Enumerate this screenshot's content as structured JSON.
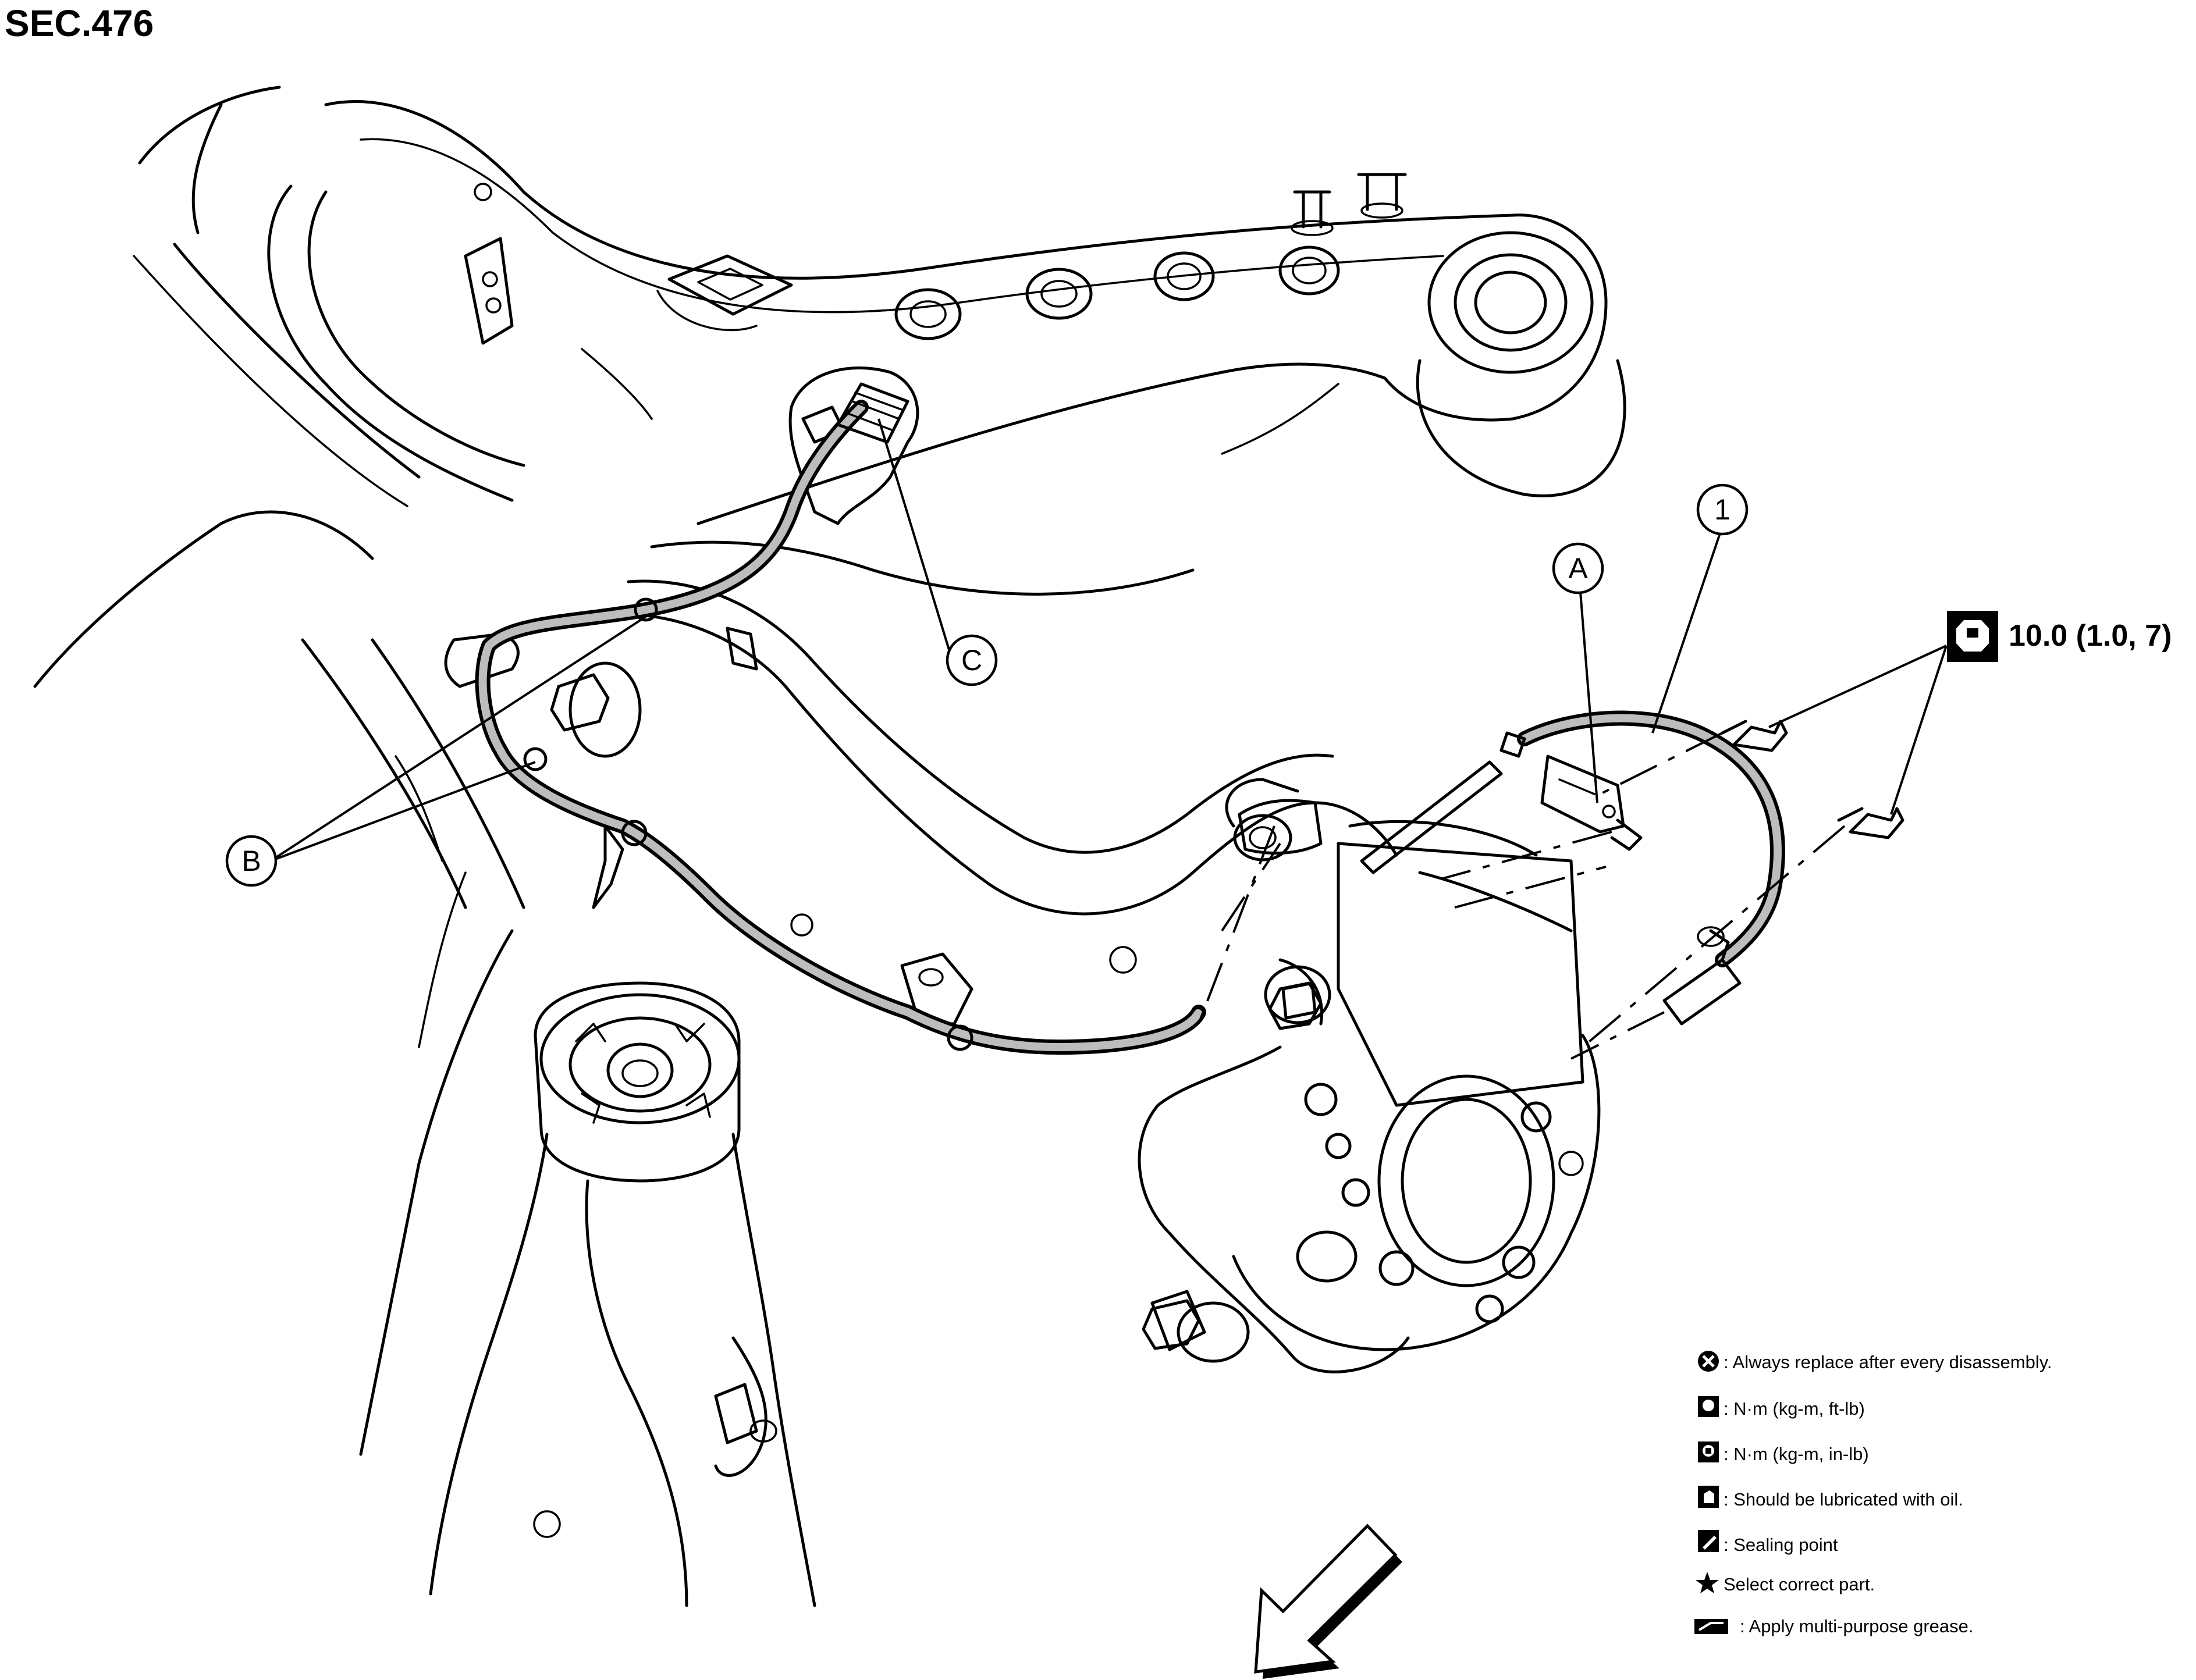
{
  "section": {
    "title": "SEC.476"
  },
  "callouts": {
    "part_1": "1",
    "a": "A",
    "b": "B",
    "c": "C"
  },
  "torque": {
    "value": "10.0 (1.0, 7)",
    "icon": "torque-wrench-icon"
  },
  "legend": {
    "items": [
      {
        "icon": "always-replace-icon",
        "text": ": Always replace after every disassembly."
      },
      {
        "icon": "torque-ft-lb-icon",
        "text": ": N·m (kg-m, ft-lb)"
      },
      {
        "icon": "torque-in-lb-icon",
        "text": ": N·m (kg-m, in-lb)"
      },
      {
        "icon": "oil-lubricate-icon",
        "text": ": Should be lubricated with oil."
      },
      {
        "icon": "sealing-point-icon",
        "text": ": Sealing point"
      },
      {
        "icon": "star-icon",
        "text": "Select correct part."
      },
      {
        "icon": "grease-icon",
        "text": ": Apply multi-purpose grease."
      }
    ]
  },
  "direction": {
    "icon": "front-arrow-icon"
  },
  "colors": {
    "ink": "#000000",
    "background": "#ffffff",
    "harness_fill": "#bdbdbd"
  }
}
